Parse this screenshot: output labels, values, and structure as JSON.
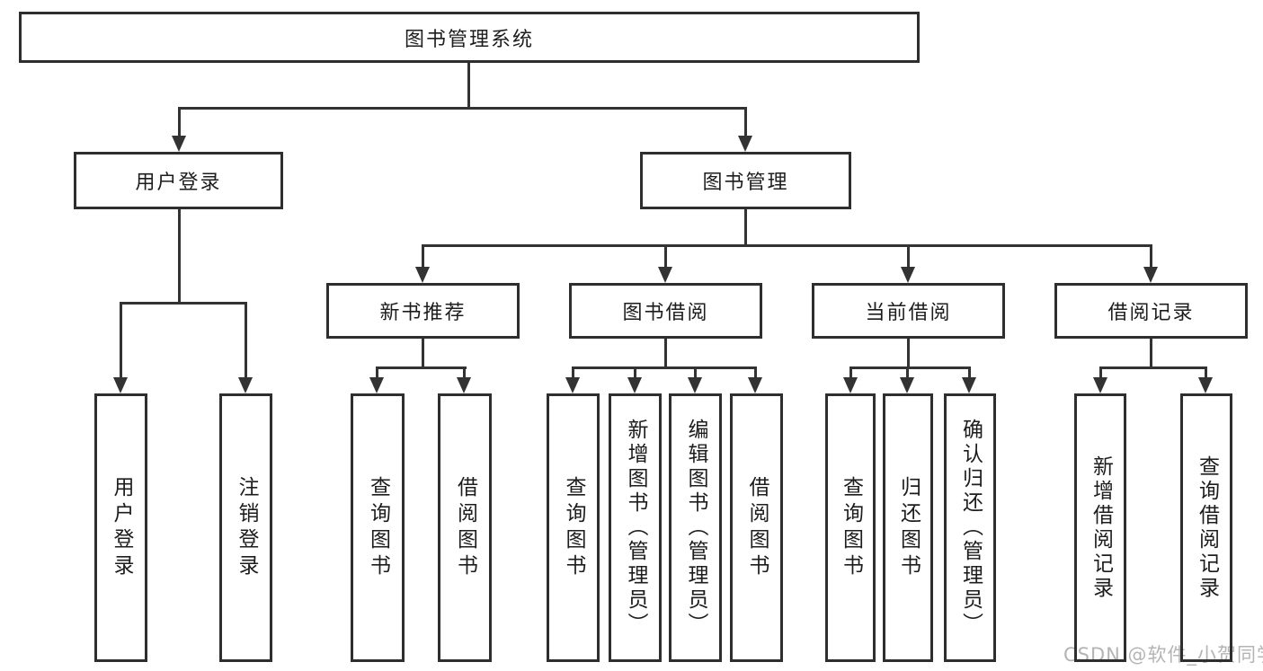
{
  "diagram": {
    "title": "图书管理系统",
    "watermark": "CSDN @软件_小贺同学",
    "colors": {
      "line": "#333333",
      "text": "#1d1d1d",
      "watermark": "#b4b4b4",
      "background": "#ffffff"
    },
    "nodes": {
      "root": {
        "label": "图书管理系统"
      },
      "user_login": {
        "label": "用户登录"
      },
      "book_mgmt": {
        "label": "图书管理"
      },
      "new_book_rec": {
        "label": "新书推荐"
      },
      "book_borrow": {
        "label": "图书借阅"
      },
      "current_borrow": {
        "label": "当前借阅"
      },
      "borrow_records": {
        "label": "借阅记录"
      },
      "leaf_user_login": {
        "label": "用户登录"
      },
      "leaf_logout": {
        "label": "注销登录"
      },
      "leaf_query_book1": {
        "label": "查询图书"
      },
      "leaf_borrow_book1": {
        "label": "借阅图书"
      },
      "leaf_query_book2": {
        "label": "查询图书"
      },
      "leaf_add_book": {
        "label": "新增图书（管理员）"
      },
      "leaf_edit_book": {
        "label": "编辑图书（管理员）"
      },
      "leaf_borrow_book2": {
        "label": "借阅图书"
      },
      "leaf_query_book3": {
        "label": "查询图书"
      },
      "leaf_return_book": {
        "label": "归还图书"
      },
      "leaf_confirm_return": {
        "label": "确认归还（管理员）"
      },
      "leaf_add_borrow_record": {
        "label": "新增借阅记录"
      },
      "leaf_query_borrow_record": {
        "label": "查询借阅记录"
      }
    }
  }
}
